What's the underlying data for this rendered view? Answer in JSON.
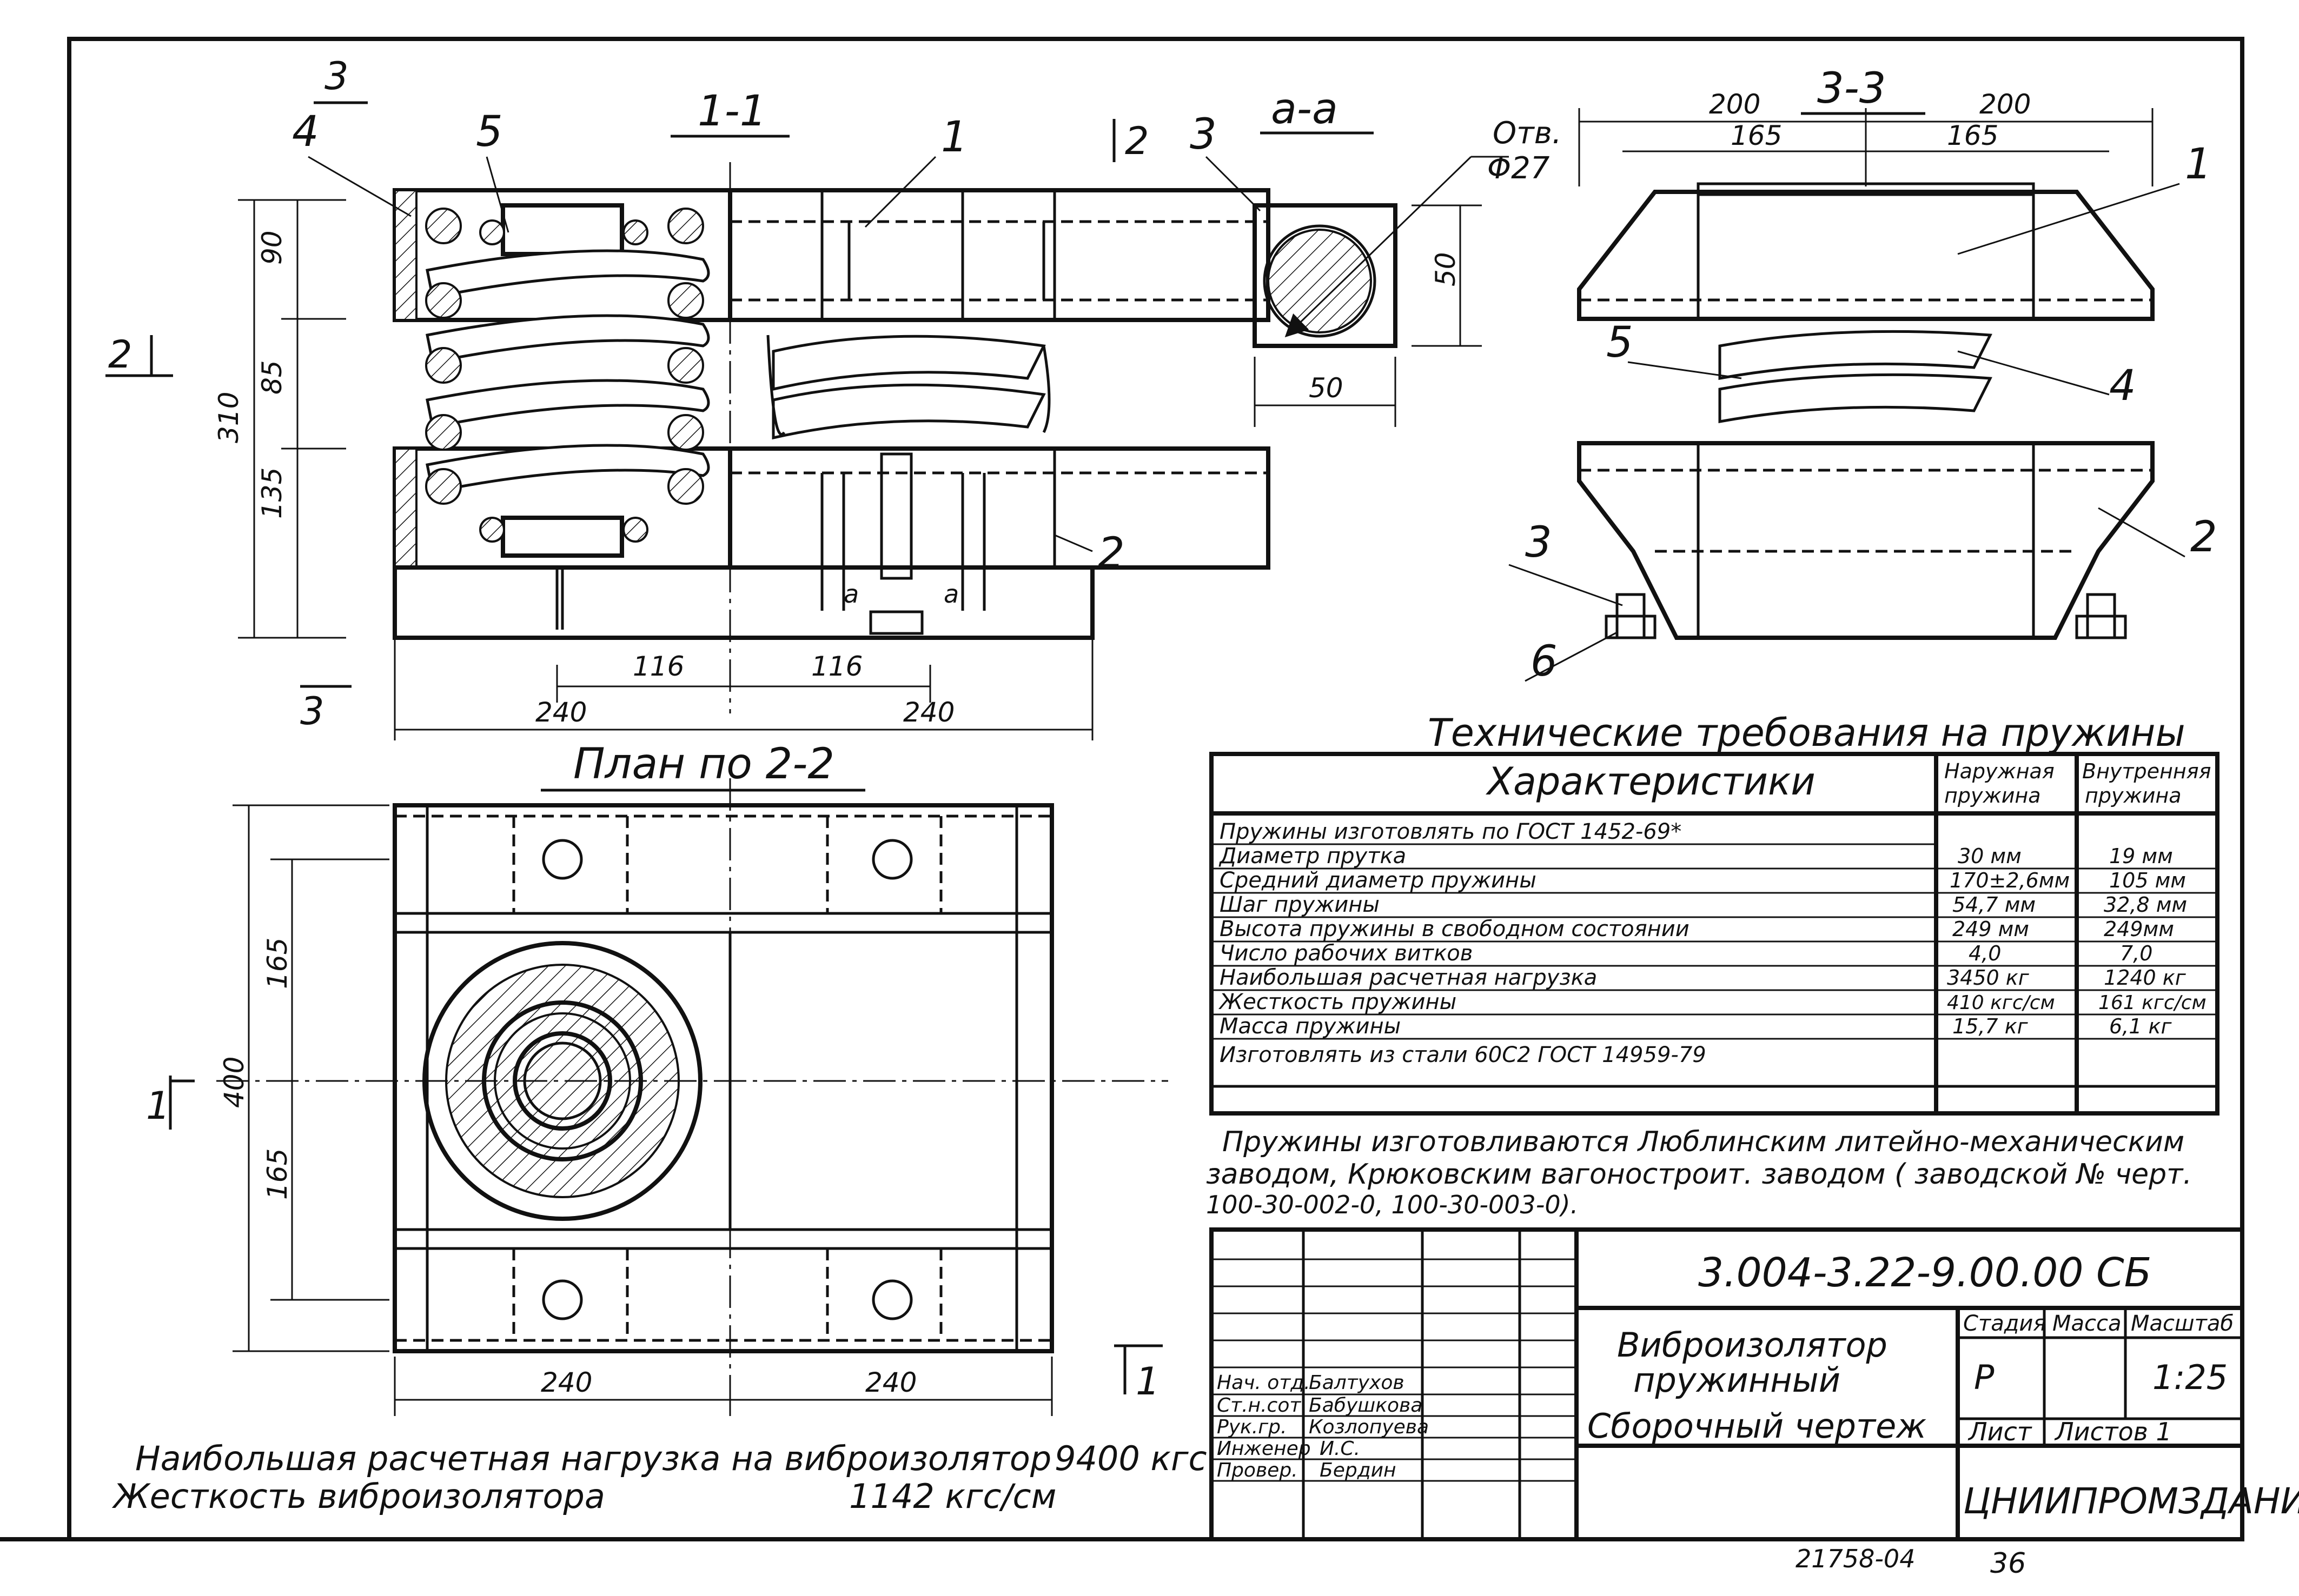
{
  "views": {
    "section_1_1": {
      "title": "1-1",
      "callouts": [
        "1",
        "2",
        "4",
        "5"
      ],
      "section_arrow_3": "3",
      "section_arrow_2": "2",
      "dim_vertical": [
        "90",
        "85",
        "135",
        "310"
      ],
      "dim_horizontal": [
        "116",
        "116",
        "240",
        "240"
      ],
      "view_mark": "а"
    },
    "section_a_a": {
      "title": "а-а",
      "hole_label": "Отв.",
      "hole_diameter": "Φ27",
      "callout": "3",
      "dim_vertical": "50",
      "dim_horizontal": "50"
    },
    "section_3_3": {
      "title": "3-3",
      "callouts": [
        "1",
        "2",
        "3",
        "4",
        "5",
        "6"
      ],
      "dim_top_outer": [
        "200",
        "200"
      ],
      "dim_top_inner": [
        "165",
        "165"
      ]
    },
    "plan_2_2": {
      "title": "План  по  2-2",
      "dim_vertical": [
        "165",
        "165",
        "400"
      ],
      "dim_horizontal": [
        "240",
        "240"
      ],
      "section_mark_left": "1",
      "section_mark_right": "1"
    }
  },
  "spec_table": {
    "title": "Технические  требования  на  пружины",
    "header": {
      "characteristics": "Характеристики",
      "outer": [
        "Наружная",
        "пружина"
      ],
      "inner": [
        "Внутренняя",
        "пружина"
      ]
    },
    "rows": [
      {
        "label": "Пружины   изготовлять   по  ГОСТ  1452-69*",
        "outer": "",
        "inner": ""
      },
      {
        "label": "Диаметр   прутка",
        "outer": "30 мм",
        "inner": "19 мм"
      },
      {
        "label": "Средний   диаметр  пружины",
        "outer": "170±2,6мм",
        "inner": "105 мм"
      },
      {
        "label": "Шаг   пружины",
        "outer": "54,7 мм",
        "inner": "32,8 мм"
      },
      {
        "label": "Высота   пружины   в   свободном   состоянии",
        "outer": "249 мм",
        "inner": "249мм"
      },
      {
        "label": "Число   рабочих   витков",
        "outer": "4,0",
        "inner": "7,0"
      },
      {
        "label": "Наибольшая   расчетная   нагрузка",
        "outer": "3450 кг",
        "inner": "1240 кг"
      },
      {
        "label": "Жесткость   пружины",
        "outer": "410 кгс/см",
        "inner": "161 кгс/см"
      },
      {
        "label": "Масса   пружины",
        "outer": "15,7 кг",
        "inner": "6,1 кг"
      },
      {
        "label": "Изготовлять   из   стали    60С2   ГОСТ  14959-79",
        "outer": "",
        "inner": ""
      }
    ]
  },
  "manufacturer_note": [
    "Пружины   изготовливаются   Люблинским   литейно-механическим",
    "заводом, Крюковским вагоностроит. заводом  ( заводской  № черт.",
    "100-30-002-0,  100-30-003-0)."
  ],
  "load_note": {
    "line1_label": "Наибольшая    расчетная    нагрузка    на   виброизолятор",
    "line1_value": "9400 кгс",
    "line2_label": "Жесткость        виброизолятора",
    "line2_value": "1142  кгс/см"
  },
  "title_block": {
    "document_code": "3.004-3.22-9.00.00 СБ",
    "name_lines": [
      "Виброизолятор",
      "пружинный",
      "Сборочный  чертеж"
    ],
    "stage_label": "Стадия",
    "mass_label": "Масса",
    "scale_label": "Масштаб",
    "stage_value": "Р",
    "mass_value": "",
    "scale_value": "1:25",
    "sheet_label": "Лист",
    "sheets_label": "Листов 1",
    "organization": "ЦНИИПРОМЗДАНИЙ",
    "signatures": [
      {
        "role": "Нач. отд.",
        "name": "Балтухов"
      },
      {
        "role": "Ст.н.сот.",
        "name": "Бабушкова"
      },
      {
        "role": "Рук.гр.",
        "name": "Козлопуева"
      },
      {
        "role": "Инженер",
        "name": "И.С."
      },
      {
        "role": "Провер.",
        "name": "Бердин"
      }
    ]
  },
  "footer": {
    "archive_number": "21758-04",
    "page_number": "36"
  }
}
